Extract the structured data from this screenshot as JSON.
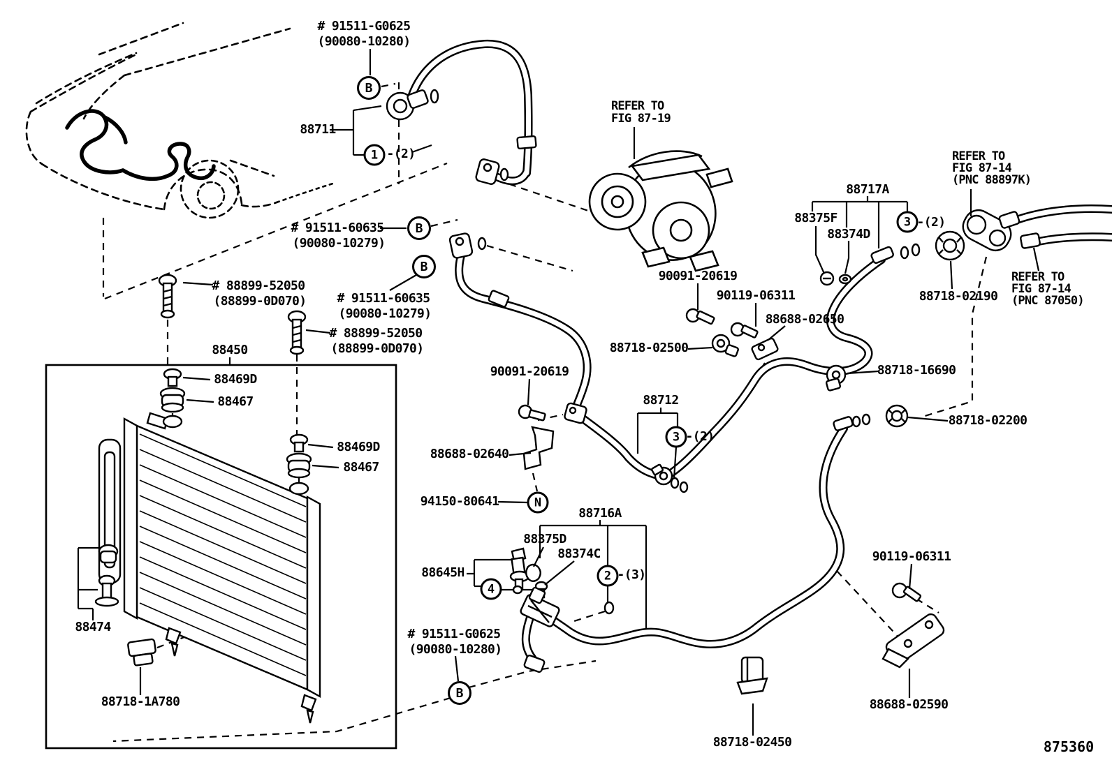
{
  "figure": {
    "id": "875360"
  },
  "colors": {
    "ink": "#000000",
    "paper": "#ffffff"
  },
  "labels": {
    "g0625_1": "# 91511-G0625",
    "g0625_2": "(90080-10280)",
    "n60635_1": "# 91511-60635",
    "n60635_2": "(90080-10279)",
    "n52050_1": "# 88899-52050",
    "n52050_2": "(88899-0D070)",
    "p88711": "88711",
    "p88450": "88450",
    "p88469D": "88469D",
    "p88467": "88467",
    "p88474": "88474",
    "p88718_1A780": "88718-1A780",
    "p90091_20619": "90091-20619",
    "p90119_06311": "90119-06311",
    "p88688_02650": "88688-02650",
    "p88718_02500": "88718-02500",
    "p88717A": "88717A",
    "p88375F": "88375F",
    "p88374D": "88374D",
    "p88718_02190": "88718-02190",
    "p88712": "88712",
    "p88688_02640": "88688-02640",
    "p94150_80641": "94150-80641",
    "p88716A": "88716A",
    "p88375D": "88375D",
    "p88374C": "88374C",
    "p88645H": "88645H",
    "p88718_16690": "88718-16690",
    "p88718_02200": "88718-02200",
    "p88688_02590": "88688-02590",
    "p88718_02450": "88718-02450",
    "refer_to": "REFER TO",
    "fig_87_19": "FIG 87-19",
    "fig_87_14": "FIG 87-14",
    "pnc_88897K": "(PNC 88897K)",
    "pnc_87050": "(PNC 87050)",
    "qty2": "-(2)",
    "qty3": "-(3)",
    "c1": "1",
    "c2": "2",
    "c3": "3",
    "c4": "4",
    "cB": "B",
    "cN": "N",
    "fig_id": "875360"
  }
}
